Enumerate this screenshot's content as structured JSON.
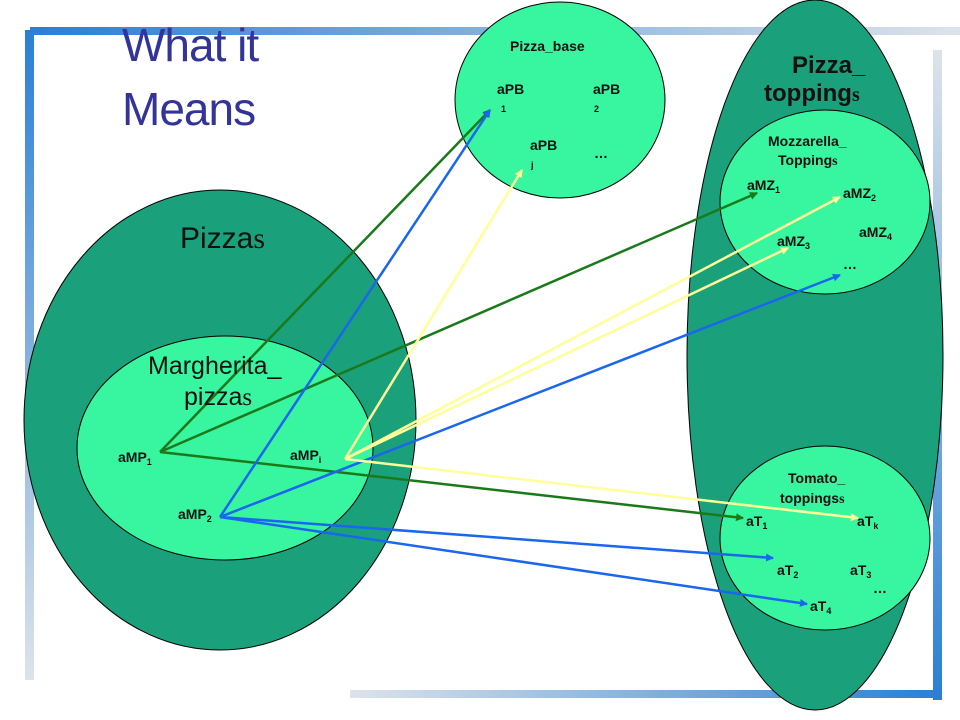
{
  "title": {
    "line1": "What it",
    "line2": "Means"
  },
  "sets": {
    "pizzas": {
      "label": "Pizza",
      "suffix": "s"
    },
    "margherita": {
      "line1": "Margherita_",
      "line2": "pizza",
      "suffix": "s"
    },
    "pizza_base": {
      "label": "Pizza_base"
    },
    "pizza_toppings": {
      "line1": "Pizza_",
      "line2": "topping",
      "suffix": "s"
    },
    "mozzarella": {
      "line1": "Mozzarella_",
      "line2": "Topping",
      "suffix": "s"
    },
    "tomato": {
      "line1": "Tomato_",
      "line2": "toppings",
      "suffix": "s"
    }
  },
  "instances": {
    "amp1": {
      "text": "aMP",
      "sub": "1"
    },
    "amp2": {
      "text": "aMP",
      "sub": "2"
    },
    "ampi": {
      "text": "aMP",
      "sub": "i"
    },
    "apb1": {
      "text": "aPB",
      "sub": "1"
    },
    "apb2": {
      "text": "aPB",
      "sub": "2"
    },
    "apbj": {
      "text": "aPB",
      "sub": "j"
    },
    "apb_more": {
      "text": "…"
    },
    "amz1": {
      "text": "aMZ",
      "sub": "1"
    },
    "amz2": {
      "text": "aMZ",
      "sub": "2"
    },
    "amz3": {
      "text": "aMZ",
      "sub": "3"
    },
    "amz4": {
      "text": "aMZ",
      "sub": "4"
    },
    "amz_more": {
      "text": "…"
    },
    "at1": {
      "text": "aT",
      "sub": "1"
    },
    "at2": {
      "text": "aT",
      "sub": "2"
    },
    "at3": {
      "text": "aT",
      "sub": "3"
    },
    "at4": {
      "text": "aT",
      "sub": "4"
    },
    "atk": {
      "text": "aT",
      "sub": "k"
    },
    "at_more": {
      "text": "…"
    }
  },
  "colors": {
    "dark_teal": "#1aa07a",
    "light_green": "#38f5a0",
    "title": "#333399",
    "green_arrow": "#1a7a1a",
    "blue_arrow": "#1a66ee",
    "yellow_arrow": "#ffff99"
  },
  "links": [
    {
      "from": "amp1",
      "to": "apb1",
      "color": "green"
    },
    {
      "from": "amp1",
      "to": "amz1",
      "color": "green"
    },
    {
      "from": "amp1",
      "to": "at1",
      "color": "green"
    },
    {
      "from": "amp2",
      "to": "apb1",
      "color": "blue"
    },
    {
      "from": "amp2",
      "to": "amz_more",
      "color": "blue"
    },
    {
      "from": "amp2",
      "to": "at2",
      "color": "blue"
    },
    {
      "from": "amp2",
      "to": "at4",
      "color": "blue"
    },
    {
      "from": "ampi",
      "to": "apbj",
      "color": "yellow"
    },
    {
      "from": "ampi",
      "to": "amz2",
      "color": "yellow"
    },
    {
      "from": "ampi",
      "to": "amz3",
      "color": "yellow"
    },
    {
      "from": "ampi",
      "to": "atk",
      "color": "yellow"
    }
  ]
}
